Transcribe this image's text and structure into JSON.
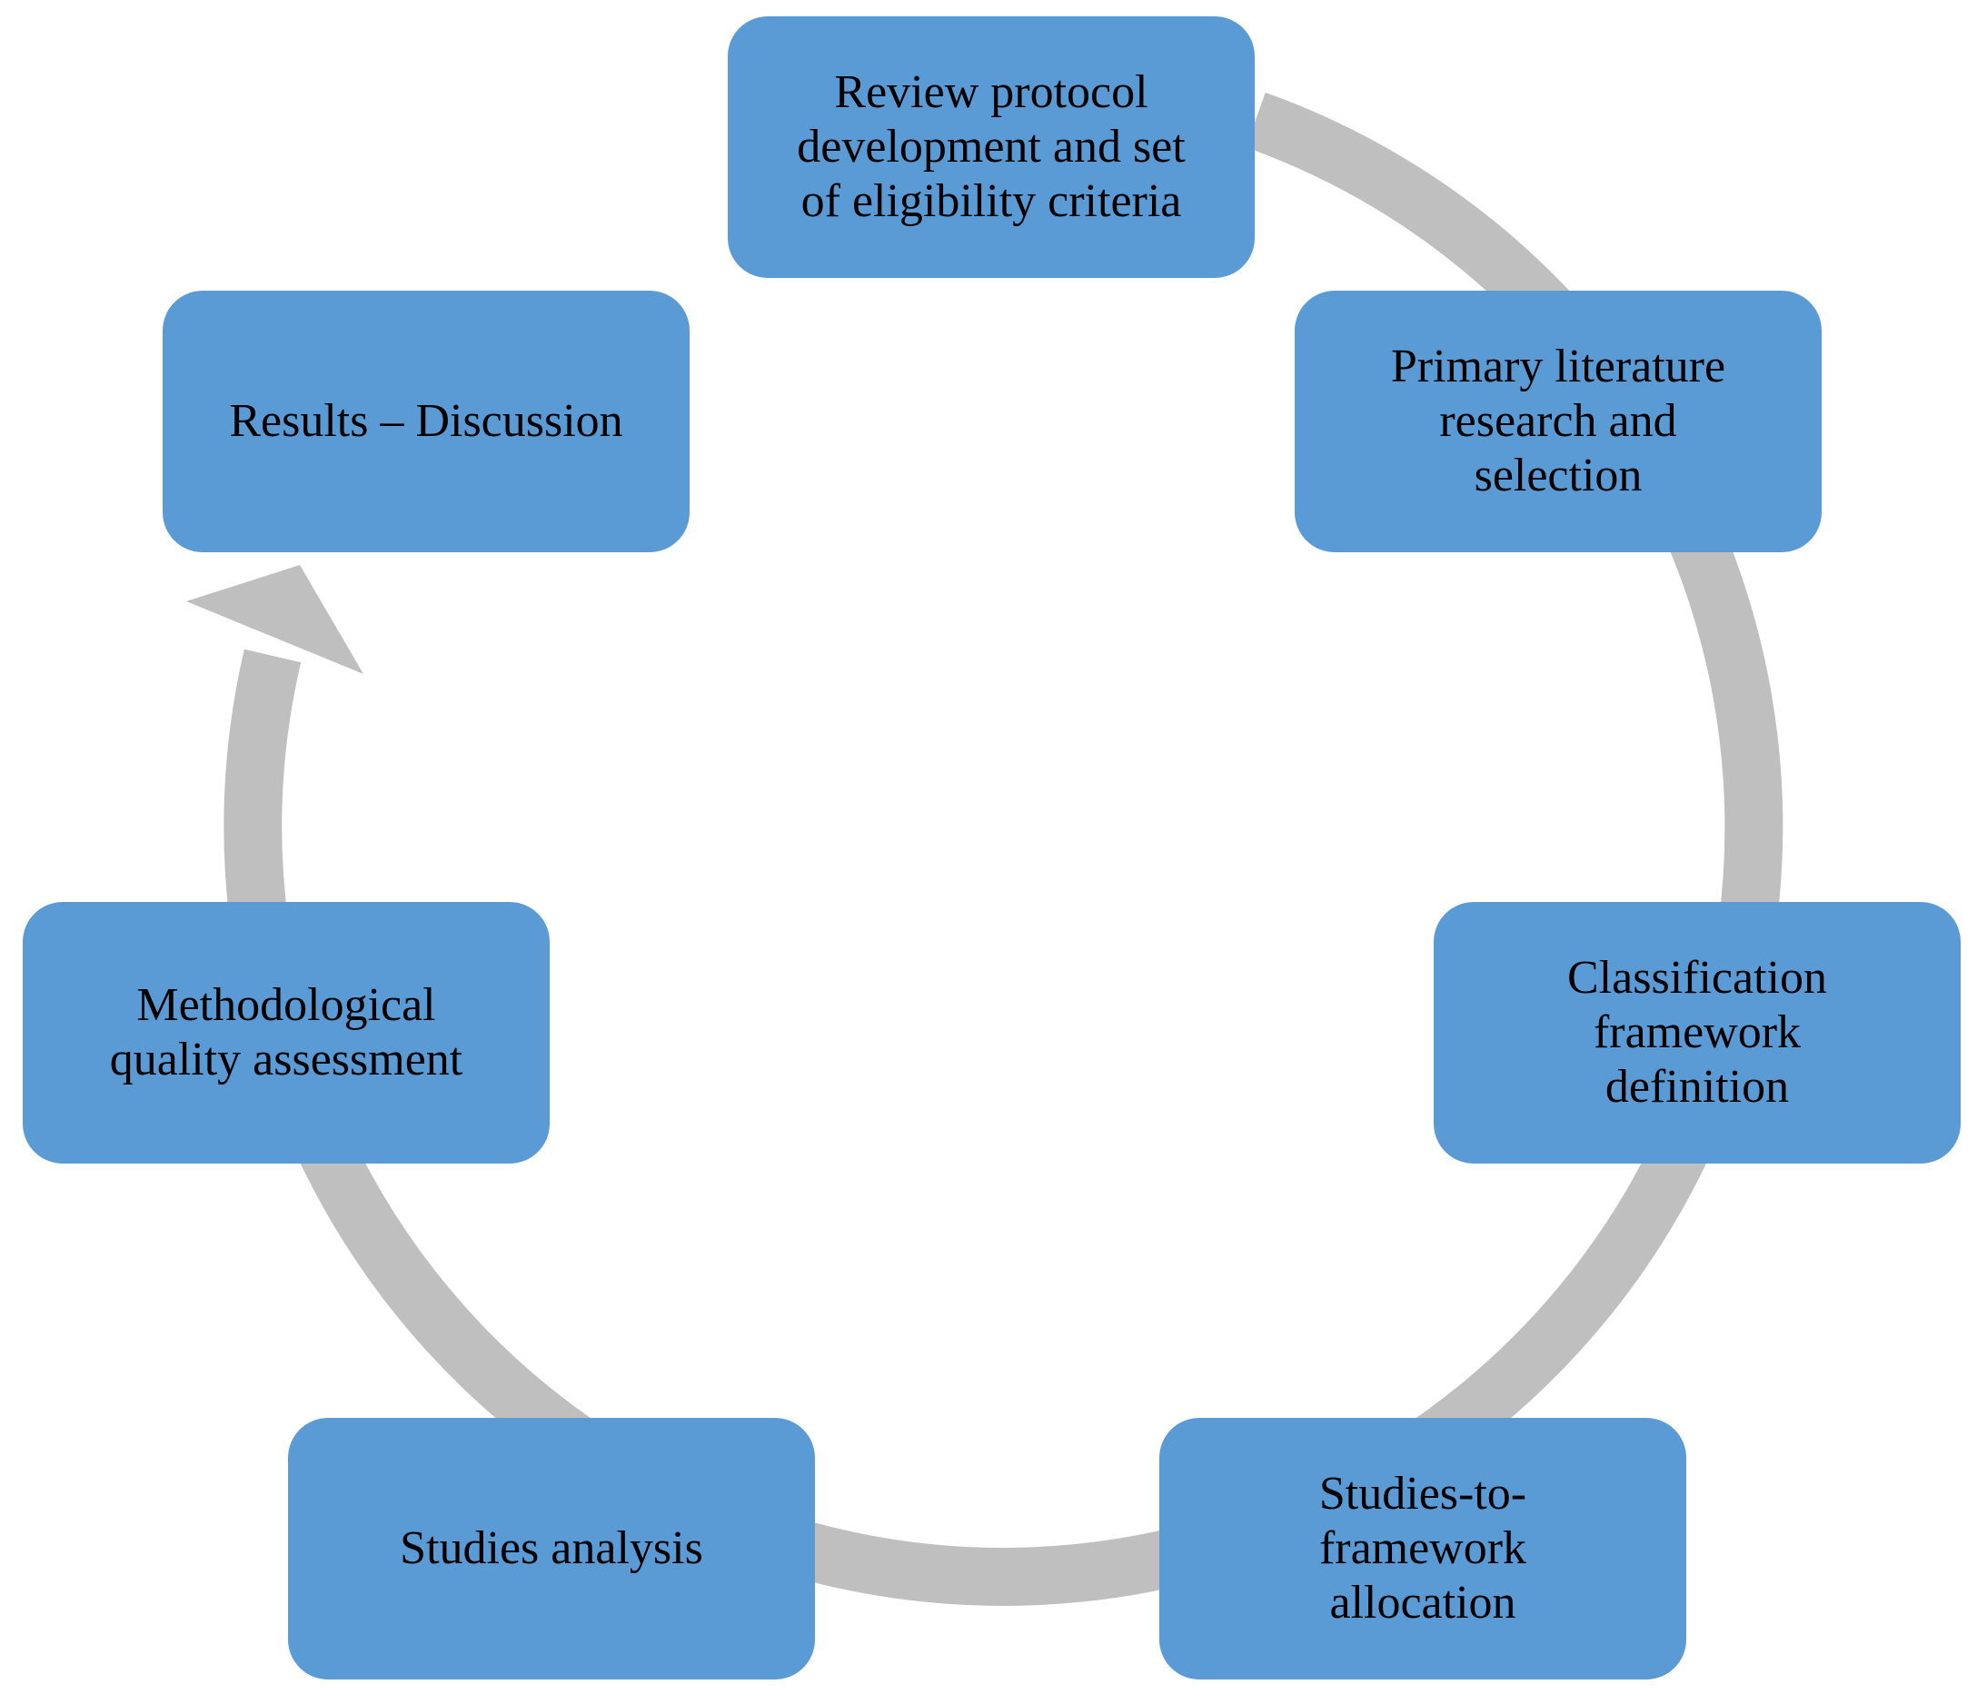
{
  "diagram": {
    "type": "cycle",
    "colors": {
      "box_fill": "#5b9bd5",
      "ring": "#bfbfbf",
      "text": "#000000",
      "background": "#ffffff"
    },
    "steps": [
      {
        "label": "Review protocol\ndevelopment and set\nof eligibility criteria"
      },
      {
        "label": "Primary literature\nresearch and\nselection"
      },
      {
        "label": "Classification\nframework\ndefinition"
      },
      {
        "label": "Studies-to-\nframework\nallocation"
      },
      {
        "label": "Studies analysis"
      },
      {
        "label": "Methodological\nquality assessment"
      },
      {
        "label": "Results – Discussion"
      }
    ]
  }
}
